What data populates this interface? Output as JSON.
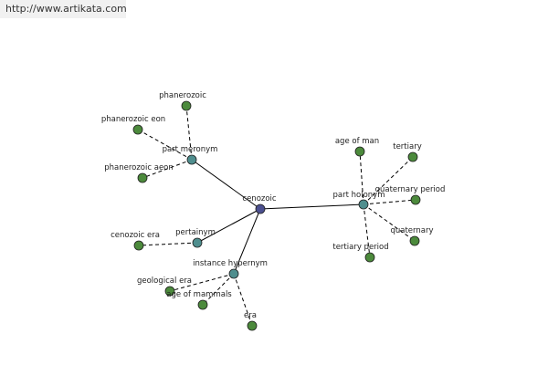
{
  "watermark": "http://www.artikata.com",
  "colors": {
    "center": "#4b4f8f",
    "relation": "#4f8e8e",
    "leaf": "#4c8a3c",
    "edge": "#000000"
  },
  "graph": {
    "nodes": [
      {
        "id": "cenozoic",
        "label": "cenozoic",
        "kind": "center"
      },
      {
        "id": "part_meronym",
        "label": "part meronym",
        "kind": "relation"
      },
      {
        "id": "part_holonym",
        "label": "part holonym",
        "kind": "relation"
      },
      {
        "id": "pertainym",
        "label": "pertainym",
        "kind": "relation"
      },
      {
        "id": "instance_hypernym",
        "label": "instance hypernym",
        "kind": "relation"
      },
      {
        "id": "phanerozoic",
        "label": "phanerozoic",
        "kind": "leaf"
      },
      {
        "id": "phanerozoic_eon",
        "label": "phanerozoic eon",
        "kind": "leaf"
      },
      {
        "id": "phanerozoic_aeon",
        "label": "phanerozoic aeon",
        "kind": "leaf"
      },
      {
        "id": "age_of_man",
        "label": "age of man",
        "kind": "leaf"
      },
      {
        "id": "tertiary",
        "label": "tertiary",
        "kind": "leaf"
      },
      {
        "id": "quaternary_period",
        "label": "quaternary period",
        "kind": "leaf"
      },
      {
        "id": "quaternary",
        "label": "quaternary",
        "kind": "leaf"
      },
      {
        "id": "tertiary_period",
        "label": "tertiary period",
        "kind": "leaf"
      },
      {
        "id": "cenozoic_era",
        "label": "cenozoic era",
        "kind": "leaf"
      },
      {
        "id": "geological_era",
        "label": "geological era",
        "kind": "leaf"
      },
      {
        "id": "age_of_mammals",
        "label": "age of mammals",
        "kind": "leaf"
      },
      {
        "id": "era",
        "label": "era",
        "kind": "leaf"
      }
    ],
    "edges": [
      {
        "from": "cenozoic",
        "to": "part_meronym",
        "style": "solid"
      },
      {
        "from": "cenozoic",
        "to": "part_holonym",
        "style": "solid"
      },
      {
        "from": "cenozoic",
        "to": "pertainym",
        "style": "solid"
      },
      {
        "from": "cenozoic",
        "to": "instance_hypernym",
        "style": "solid"
      },
      {
        "from": "part_meronym",
        "to": "phanerozoic",
        "style": "dashed"
      },
      {
        "from": "part_meronym",
        "to": "phanerozoic_eon",
        "style": "dashed"
      },
      {
        "from": "part_meronym",
        "to": "phanerozoic_aeon",
        "style": "dashed"
      },
      {
        "from": "part_holonym",
        "to": "age_of_man",
        "style": "dashed"
      },
      {
        "from": "part_holonym",
        "to": "tertiary",
        "style": "dashed"
      },
      {
        "from": "part_holonym",
        "to": "quaternary_period",
        "style": "dashed"
      },
      {
        "from": "part_holonym",
        "to": "quaternary",
        "style": "dashed"
      },
      {
        "from": "part_holonym",
        "to": "tertiary_period",
        "style": "dashed"
      },
      {
        "from": "pertainym",
        "to": "cenozoic_era",
        "style": "dashed"
      },
      {
        "from": "instance_hypernym",
        "to": "geological_era",
        "style": "dashed"
      },
      {
        "from": "instance_hypernym",
        "to": "age_of_mammals",
        "style": "dashed"
      },
      {
        "from": "instance_hypernym",
        "to": "era",
        "style": "dashed"
      }
    ]
  }
}
